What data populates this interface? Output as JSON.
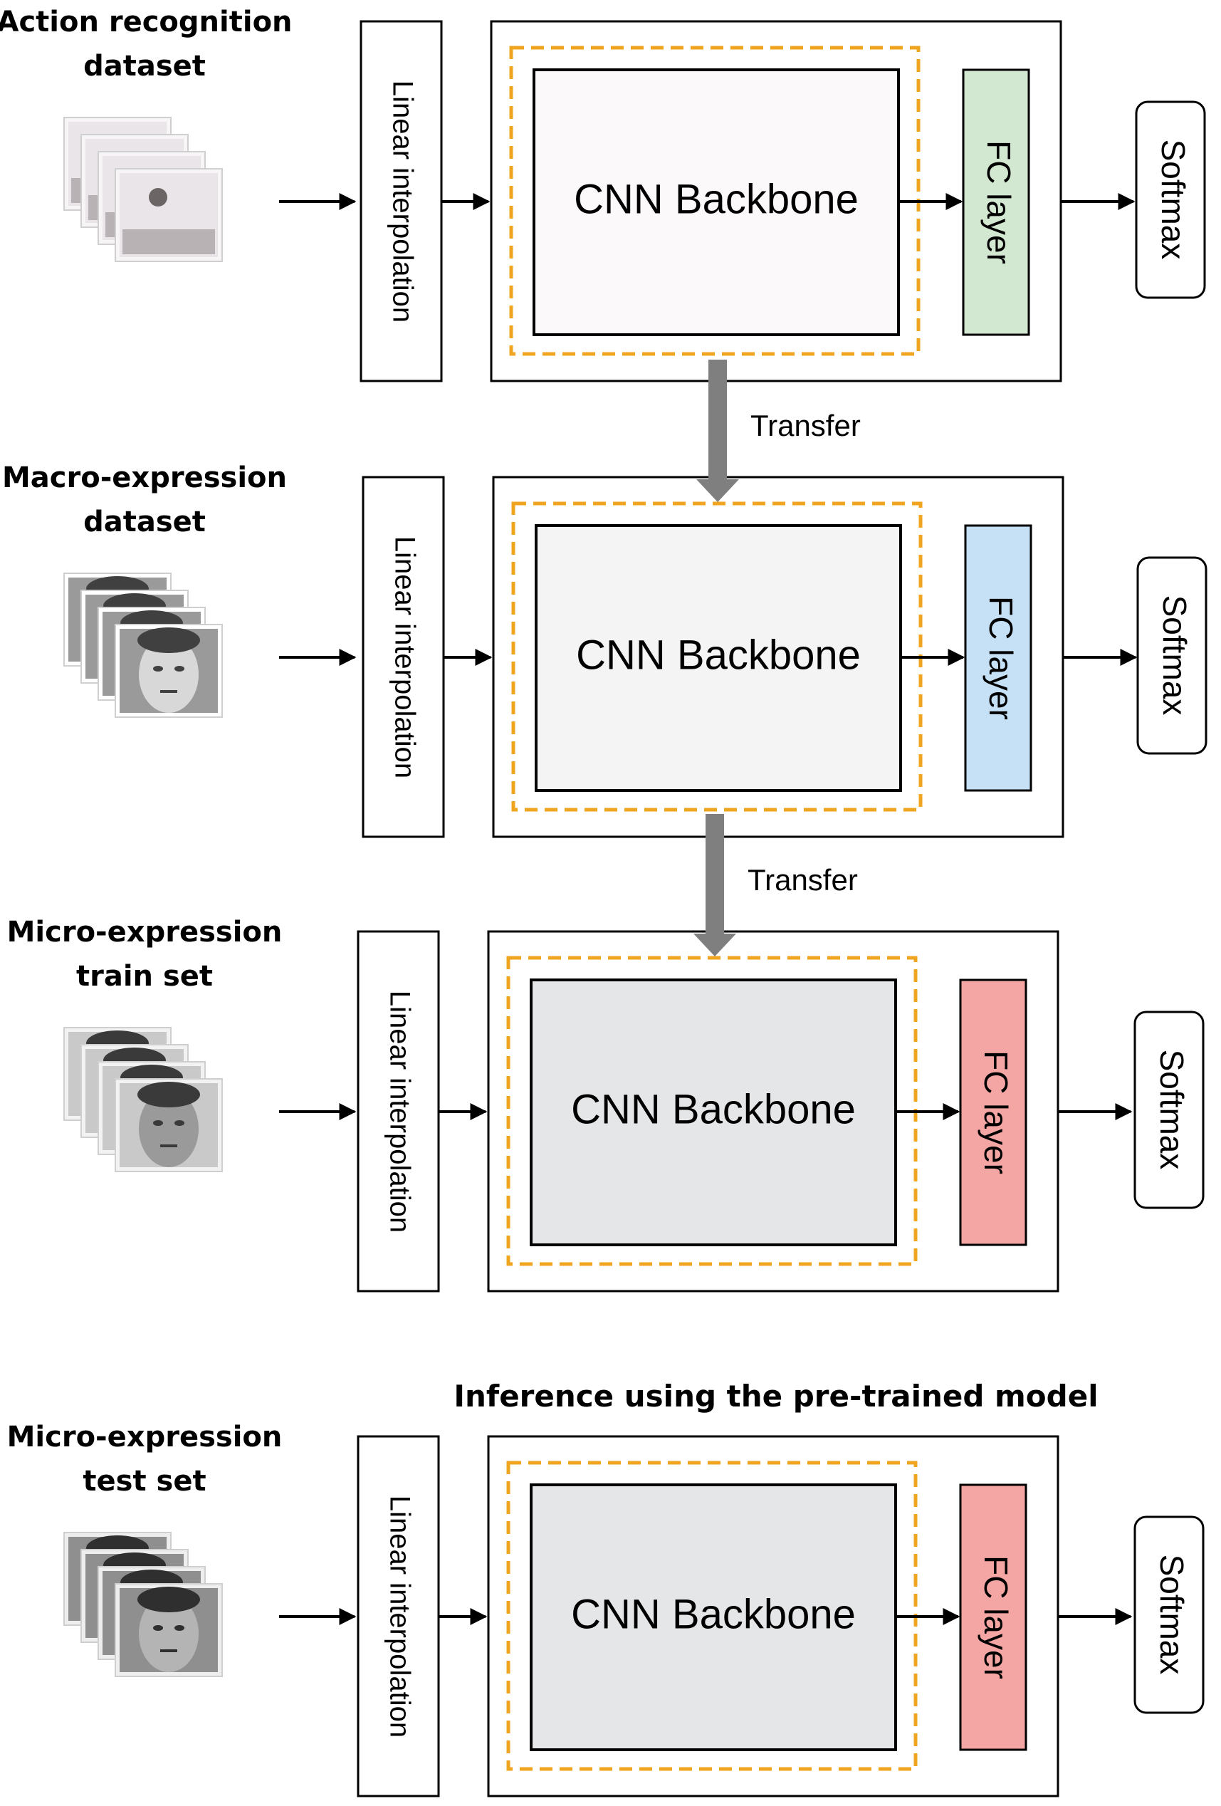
{
  "stages": [
    {
      "dataset_label": [
        "Action recognition",
        "dataset"
      ],
      "interp_label": "Linear interpolation",
      "backbone_label": "CNN Backbone",
      "fc_label": "FC layer",
      "softmax_label": "Softmax",
      "backbone_fill": "#fcf9fb",
      "fc_fill": "#d3e8d1",
      "thumb_style": "action"
    },
    {
      "dataset_label": [
        "Macro-expression",
        "dataset"
      ],
      "interp_label": "Linear interpolation",
      "backbone_label": "CNN Backbone",
      "fc_label": "FC layer",
      "softmax_label": "Softmax",
      "backbone_fill": "#f3f4f3",
      "fc_fill": "#c6e1f5",
      "thumb_style": "face-light"
    },
    {
      "dataset_label": [
        "Micro-expression",
        "train set"
      ],
      "interp_label": "Linear interpolation",
      "backbone_label": "CNN Backbone",
      "fc_label": "FC layer",
      "softmax_label": "Softmax",
      "backbone_fill": "#e5e6e7",
      "fc_fill": "#f4a6a4",
      "thumb_style": "face-mid"
    },
    {
      "dataset_label": [
        "Micro-expression",
        "test set"
      ],
      "interp_label": "Linear interpolation",
      "backbone_label": "CNN Backbone",
      "fc_label": "FC layer",
      "softmax_label": "Softmax",
      "backbone_fill": "#e5e6e7",
      "fc_fill": "#f4a6a4",
      "thumb_style": "face-dark"
    }
  ],
  "transfers": [
    "Transfer",
    "Transfer"
  ],
  "inference_label": "Inference using the pre-trained model",
  "colors": {
    "dashed_border": "#f0a520",
    "transfer_arrow": "#7f7f7f",
    "stroke": "#000000"
  }
}
